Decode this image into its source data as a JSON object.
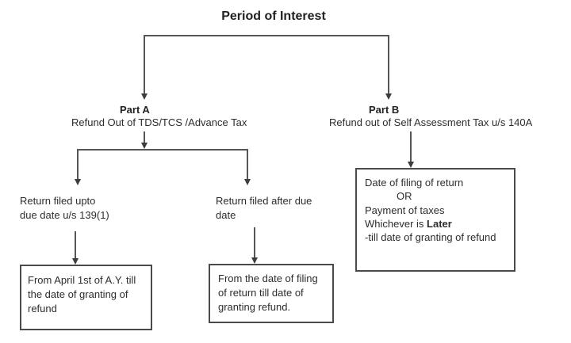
{
  "diagram": {
    "title": "Period of Interest",
    "part_a": {
      "label": "Part A",
      "subtitle": "Refund Out of TDS/TCS /Advance Tax",
      "left_branch": {
        "condition": "Return filed upto\ndue date u/s 139(1)",
        "result": "From April 1st of A.Y. till\nthe date of granting of\nrefund"
      },
      "right_branch": {
        "condition": "Return filed after due\ndate",
        "result": "From the date of filing\nof return till date of\ngranting refund."
      }
    },
    "part_b": {
      "label": "Part B",
      "subtitle": "Refund out of Self Assessment Tax u/s 140A",
      "result": {
        "line1": "Date of filing of return",
        "line2": "OR",
        "line3": "Payment of taxes",
        "line4_prefix": "Whichever is ",
        "line4_bold": "Later",
        "line5": "-till date of granting of refund"
      }
    },
    "colors": {
      "line": "#565656",
      "text": "#2d2d2d",
      "background": "#ffffff"
    }
  }
}
